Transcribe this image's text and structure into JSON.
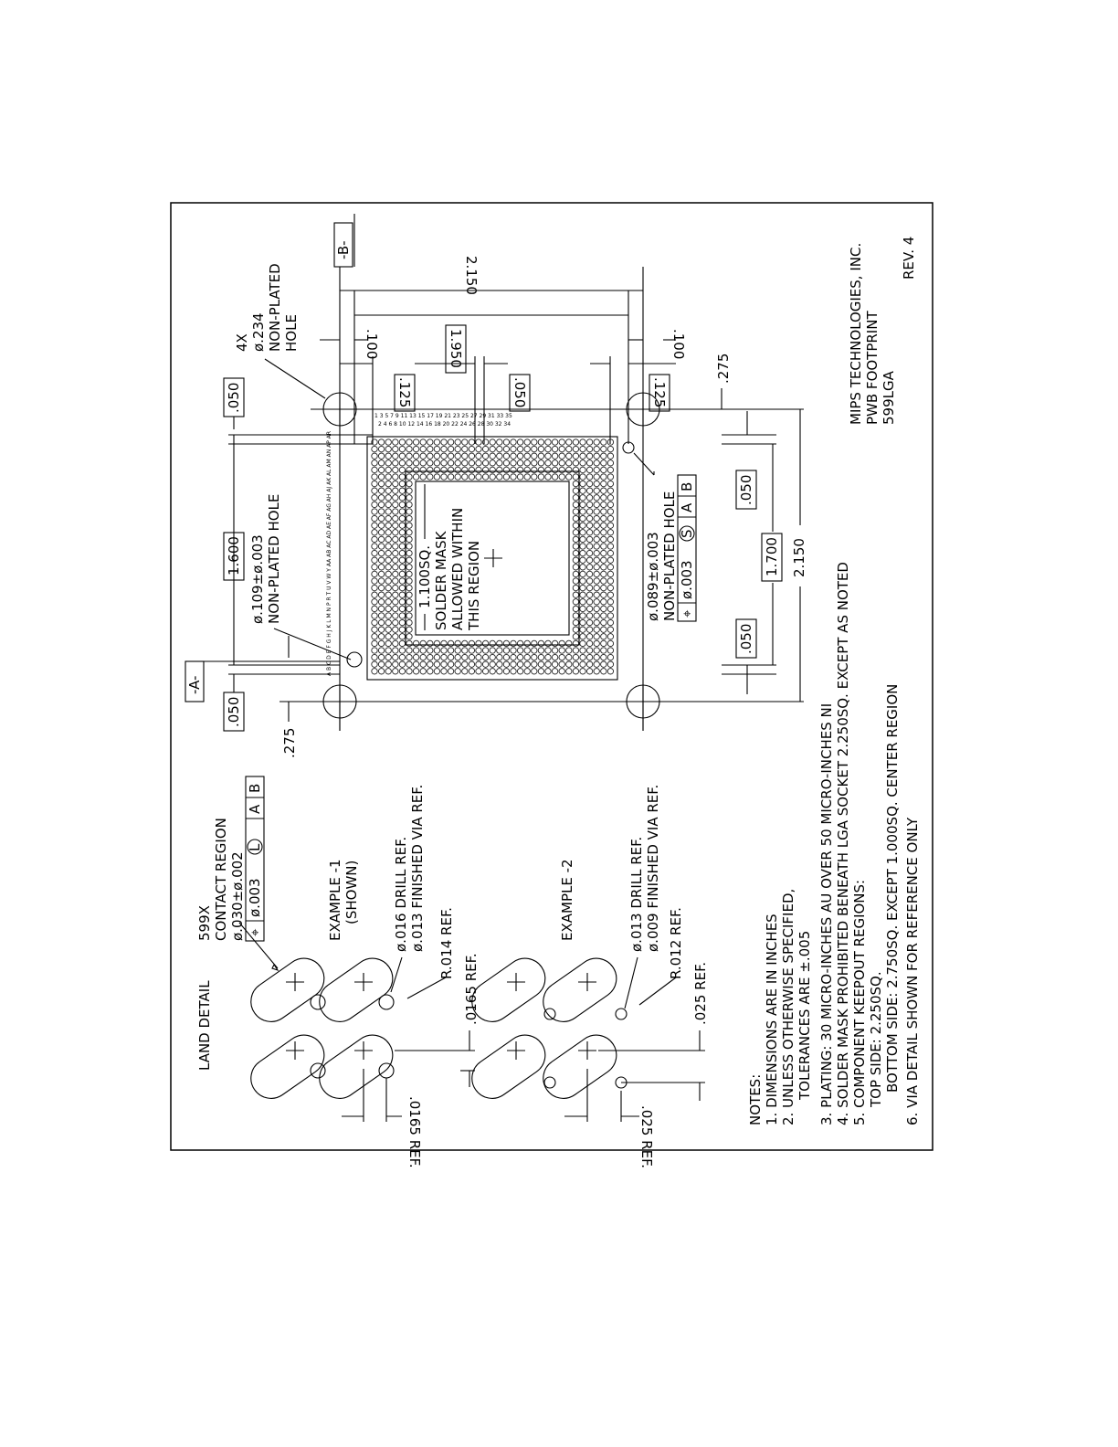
{
  "border_color": "#000000",
  "land_detail": {
    "title": "LAND DETAIL",
    "contact_count": "599X",
    "contact_region": "CONTACT REGION",
    "contact_dia": "ø.030±ø.002",
    "contact_fcf": [
      "⌖",
      "ø.003",
      "L",
      "A",
      "B"
    ],
    "example1": {
      "title": "EXAMPLE -1",
      "sub": "(SHOWN)",
      "drill": "ø.016 DRILL REF.",
      "finished": "ø.013 FINISHED VIA REF.",
      "radius": "R.014 REF.",
      "offset_h": ".0165 REF.",
      "offset_v": ".0165 REF."
    },
    "example2": {
      "title": "EXAMPLE -2",
      "drill": "ø.013 DRILL REF.",
      "finished": "ø.009 FINISHED VIA REF.",
      "radius": "R.012 REF.",
      "offset_h": ".025 REF.",
      "offset_v": ".025 REF."
    }
  },
  "footprint": {
    "datum_a": "-A-",
    "datum_b": "-B-",
    "dim_1600": "1.600",
    "dim_050_top": ".050",
    "dim_050_bottom": ".050",
    "dim_275_left": ".275",
    "dim_275_right": ".275",
    "hole_small_dia": "ø.109±ø.003",
    "hole_small_label": "NON-PLATED HOLE",
    "hole_big_qty": "4X",
    "hole_big_dia": "ø.234",
    "hole_big_label1": "NON-PLATED",
    "hole_big_label2": "HOLE",
    "dim_100_top": ".100",
    "dim_100_bottom": ".100",
    "dim_125_top": ".125",
    "dim_125_bottom": ".125",
    "dim_050_mid": ".050",
    "dim_1950": "1.950",
    "dim_2150_vertical": "2.150",
    "region_size": "1.100SQ.",
    "region_line1": "SOLDER MASK",
    "region_line2": "ALLOWED WITHIN",
    "region_line3": "THIS REGION",
    "hole_089_dia": "ø.089±ø.003",
    "hole_089_label": "NON-PLATED HOLE",
    "hole_089_fcf": [
      "⌖",
      "ø.003",
      "S",
      "A",
      "B"
    ],
    "dim_050_b1": ".050",
    "dim_050_b2": ".050",
    "dim_1700": "1.700",
    "dim_2150_horizontal": "2.150",
    "col_numbers_odd": "1  3  5  7  9 11 13 15 17 19 21 23 25 27 29 31 33 35",
    "col_numbers_even": "2  4  6  8 10 12 14 16 18 20 22 24 26 28 30 32 34",
    "row_letters": "A B C D E F G H J K L M N P R T U V W Y AA AB AC AD AE AF AG AH AJ AK AL AM AN AP AR"
  },
  "notes": {
    "heading": "NOTES:",
    "n1": "1.  DIMENSIONS ARE IN INCHES",
    "n2a": "2.  UNLESS OTHERWISE SPECIFIED,",
    "n2b": "TOLERANCES ARE ±.005",
    "n3": "3.  PLATING: 30 MICRO-INCHES AU OVER 50 MICRO-INCHES NI",
    "n4": "4.  SOLDER MASK PROHIBITED BENEATH LGA SOCKET 2.250SQ. EXCEPT AS NOTED",
    "n5": "5.  COMPONENT KEEPOUT REGIONS:",
    "n5a": "TOP SIDE: 2.250SQ.",
    "n5b": "BOTTOM SIDE: 2.750SQ. EXCEPT 1.000SQ. CENTER REGION",
    "n6": "6.  VIA DETAIL SHOWN FOR REFERENCE ONLY"
  },
  "title_block": {
    "company": "MIPS TECHNOLOGIES, INC.",
    "doc": "PWB FOOTPRINT",
    "part": "599LGA",
    "rev": "REV. 4"
  }
}
